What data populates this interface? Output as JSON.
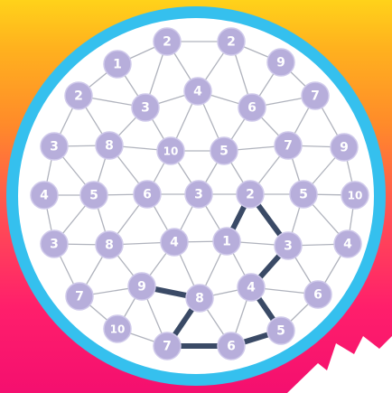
{
  "colors": {
    "board_fill": "#ffffff",
    "board_ring": "#35c0ee",
    "grid_line": "#b0b3bd",
    "node_fill": "#b7aedb",
    "node_stroke": "#cfc9ea",
    "node_text": "#ffffff",
    "path_line": "#3a4a66",
    "banner": "#ffffff"
  },
  "nodes": [
    {
      "id": "a1",
      "label": "2"
    },
    {
      "id": "a2",
      "label": "2"
    },
    {
      "id": "b1",
      "label": "1"
    },
    {
      "id": "b2",
      "label": "9"
    },
    {
      "id": "c1",
      "label": "2"
    },
    {
      "id": "c2",
      "label": "3"
    },
    {
      "id": "c3",
      "label": "4"
    },
    {
      "id": "c4",
      "label": "6"
    },
    {
      "id": "c5",
      "label": "7"
    },
    {
      "id": "d1",
      "label": "3"
    },
    {
      "id": "d2",
      "label": "8"
    },
    {
      "id": "d3",
      "label": "10"
    },
    {
      "id": "d4",
      "label": "5"
    },
    {
      "id": "d5",
      "label": "7"
    },
    {
      "id": "d6",
      "label": "9"
    },
    {
      "id": "e1",
      "label": "4"
    },
    {
      "id": "e2",
      "label": "5"
    },
    {
      "id": "e3",
      "label": "6"
    },
    {
      "id": "e4",
      "label": "3"
    },
    {
      "id": "e5",
      "label": "2"
    },
    {
      "id": "e6",
      "label": "5"
    },
    {
      "id": "e7",
      "label": "10"
    },
    {
      "id": "f1",
      "label": "3"
    },
    {
      "id": "f2",
      "label": "8"
    },
    {
      "id": "f3",
      "label": "4"
    },
    {
      "id": "f4",
      "label": "1"
    },
    {
      "id": "f5",
      "label": "3"
    },
    {
      "id": "f6",
      "label": "4"
    },
    {
      "id": "g1",
      "label": "7"
    },
    {
      "id": "g2",
      "label": "9"
    },
    {
      "id": "g3",
      "label": "8"
    },
    {
      "id": "g4",
      "label": "4"
    },
    {
      "id": "g5",
      "label": "6"
    },
    {
      "id": "h1",
      "label": "10"
    },
    {
      "id": "h2",
      "label": "7"
    },
    {
      "id": "h3",
      "label": "6"
    },
    {
      "id": "h4",
      "label": "5"
    }
  ],
  "edges": [
    [
      "a1",
      "a2"
    ],
    [
      "a1",
      "b1"
    ],
    [
      "a2",
      "b2"
    ],
    [
      "a1",
      "c2"
    ],
    [
      "a2",
      "c4"
    ],
    [
      "a1",
      "c3"
    ],
    [
      "a2",
      "c3"
    ],
    [
      "b1",
      "c1"
    ],
    [
      "b1",
      "c2"
    ],
    [
      "b2",
      "c5"
    ],
    [
      "b2",
      "c4"
    ],
    [
      "c1",
      "c2"
    ],
    [
      "c2",
      "c3"
    ],
    [
      "c3",
      "c4"
    ],
    [
      "c4",
      "c5"
    ],
    [
      "c1",
      "d1"
    ],
    [
      "c1",
      "d2"
    ],
    [
      "c2",
      "d2"
    ],
    [
      "c2",
      "d3"
    ],
    [
      "c3",
      "d3"
    ],
    [
      "c3",
      "d4"
    ],
    [
      "c4",
      "d4"
    ],
    [
      "c4",
      "d5"
    ],
    [
      "c5",
      "d5"
    ],
    [
      "c5",
      "d6"
    ],
    [
      "d1",
      "d2"
    ],
    [
      "d2",
      "d3"
    ],
    [
      "d3",
      "d4"
    ],
    [
      "d4",
      "d5"
    ],
    [
      "d5",
      "d6"
    ],
    [
      "d1",
      "e1"
    ],
    [
      "d1",
      "e2"
    ],
    [
      "d2",
      "e2"
    ],
    [
      "d2",
      "e3"
    ],
    [
      "d3",
      "e3"
    ],
    [
      "d3",
      "e4"
    ],
    [
      "d4",
      "e4"
    ],
    [
      "d4",
      "e5"
    ],
    [
      "d5",
      "e5"
    ],
    [
      "d5",
      "e6"
    ],
    [
      "d6",
      "e6"
    ],
    [
      "d6",
      "e7"
    ],
    [
      "e1",
      "e2"
    ],
    [
      "e2",
      "e3"
    ],
    [
      "e3",
      "e4"
    ],
    [
      "e4",
      "e5"
    ],
    [
      "e5",
      "e6"
    ],
    [
      "e6",
      "e7"
    ],
    [
      "e1",
      "f1"
    ],
    [
      "e2",
      "f1"
    ],
    [
      "e2",
      "f2"
    ],
    [
      "e3",
      "f2"
    ],
    [
      "e3",
      "f3"
    ],
    [
      "e4",
      "f3"
    ],
    [
      "e4",
      "f4"
    ],
    [
      "e5",
      "f4"
    ],
    [
      "e5",
      "f5"
    ],
    [
      "e6",
      "f5"
    ],
    [
      "e6",
      "f6"
    ],
    [
      "e7",
      "f6"
    ],
    [
      "f1",
      "f2"
    ],
    [
      "f2",
      "f3"
    ],
    [
      "f3",
      "f4"
    ],
    [
      "f4",
      "f5"
    ],
    [
      "f5",
      "f6"
    ],
    [
      "f1",
      "g1"
    ],
    [
      "f2",
      "g1"
    ],
    [
      "f2",
      "g2"
    ],
    [
      "f3",
      "g2"
    ],
    [
      "f3",
      "g3"
    ],
    [
      "f4",
      "g3"
    ],
    [
      "f4",
      "g4"
    ],
    [
      "f5",
      "g4"
    ],
    [
      "f5",
      "g5"
    ],
    [
      "f6",
      "g5"
    ],
    [
      "g1",
      "g2"
    ],
    [
      "g2",
      "g3"
    ],
    [
      "g3",
      "g4"
    ],
    [
      "g4",
      "g5"
    ],
    [
      "g1",
      "h1"
    ],
    [
      "g2",
      "h1"
    ],
    [
      "g2",
      "h2"
    ],
    [
      "g3",
      "h2"
    ],
    [
      "g3",
      "h3"
    ],
    [
      "g4",
      "h3"
    ],
    [
      "g4",
      "h4"
    ],
    [
      "g5",
      "h4"
    ],
    [
      "h1",
      "h2"
    ],
    [
      "h2",
      "h3"
    ],
    [
      "h3",
      "h4"
    ]
  ],
  "path": [
    "g2",
    "g3",
    "h2",
    "h3",
    "h4",
    "g4",
    "f5",
    "e5",
    "f4"
  ]
}
